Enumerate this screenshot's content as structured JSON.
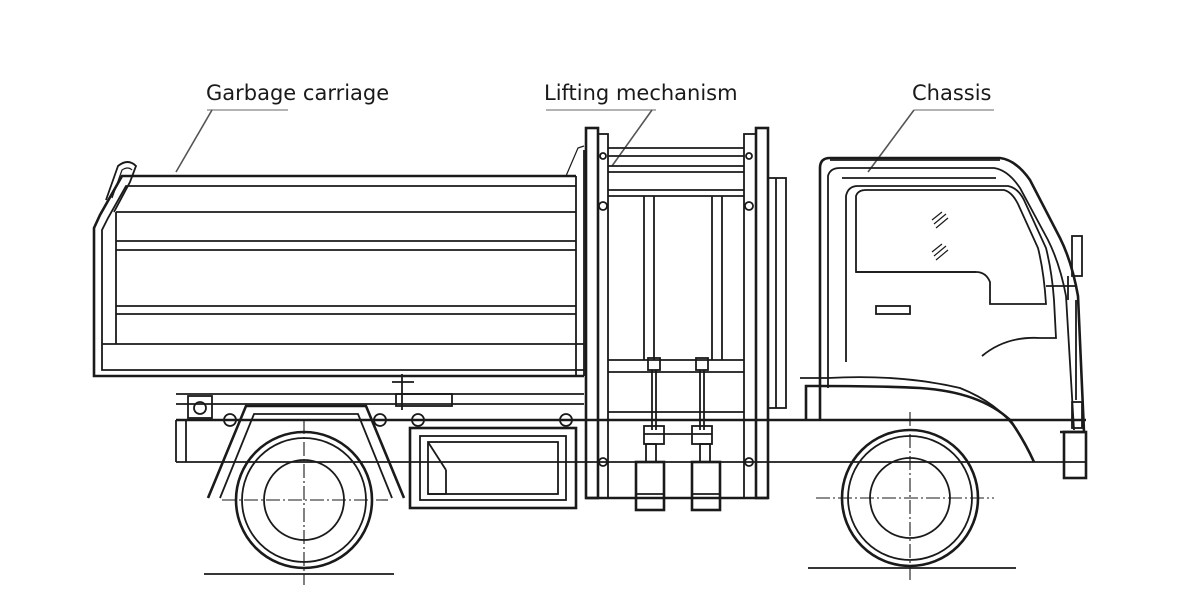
{
  "labels": {
    "garbage_carriage": "Garbage carriage",
    "lifting_mechanism": "Lifting mechanism",
    "chassis": "Chassis"
  },
  "colors": {
    "line": "#1a1a1a",
    "leader": "#555555",
    "background": "#ffffff"
  }
}
